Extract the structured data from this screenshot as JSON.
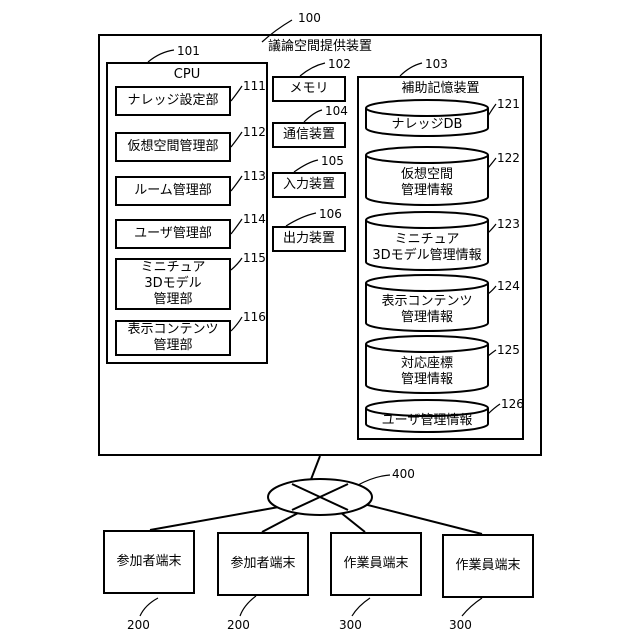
{
  "device": {
    "ref": "100",
    "title": "議論空間提供装置"
  },
  "cpu": {
    "ref": "101",
    "title": "CPU",
    "modules": [
      {
        "ref": "111",
        "label": "ナレッジ設定部"
      },
      {
        "ref": "112",
        "label": "仮想空間管理部"
      },
      {
        "ref": "113",
        "label": "ルーム管理部"
      },
      {
        "ref": "114",
        "label": "ユーザ管理部"
      },
      {
        "ref": "115",
        "label": "ミニチュア\n3Dモデル\n管理部"
      },
      {
        "ref": "116",
        "label": "表示コンテンツ\n管理部"
      }
    ]
  },
  "memory": {
    "ref": "102",
    "label": "メモリ"
  },
  "comm": {
    "ref": "104",
    "label": "通信装置"
  },
  "input": {
    "ref": "105",
    "label": "入力装置"
  },
  "output": {
    "ref": "106",
    "label": "出力装置"
  },
  "storage": {
    "ref": "103",
    "title": "補助記憶装置",
    "items": [
      {
        "ref": "121",
        "label": "ナレッジDB"
      },
      {
        "ref": "122",
        "label": "仮想空間\n管理情報"
      },
      {
        "ref": "123",
        "label": "ミニチュア\n3Dモデル管理情報"
      },
      {
        "ref": "124",
        "label": "表示コンテンツ\n管理情報"
      },
      {
        "ref": "125",
        "label": "対応座標\n管理情報"
      },
      {
        "ref": "126",
        "label": "ユーザ管理情報"
      }
    ]
  },
  "network": {
    "ref": "400"
  },
  "terminals": [
    {
      "ref": "200",
      "label": "参加者端末"
    },
    {
      "ref": "200",
      "label": "参加者端末"
    },
    {
      "ref": "300",
      "label": "作業員端末"
    },
    {
      "ref": "300",
      "label": "作業員端末"
    }
  ]
}
